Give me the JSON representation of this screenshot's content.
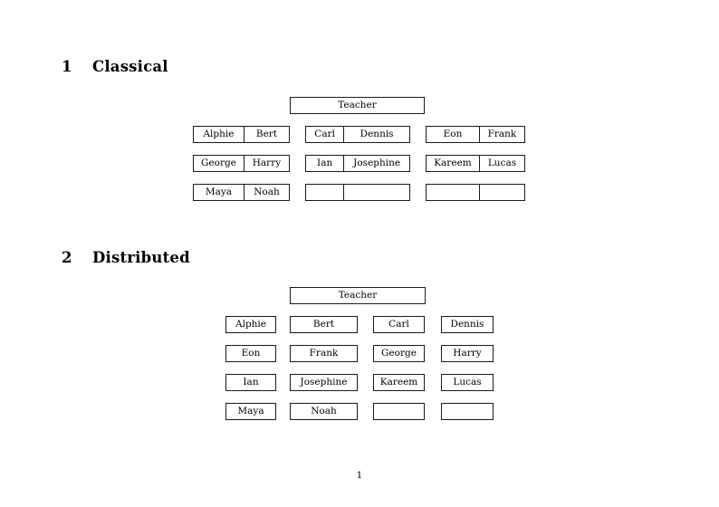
{
  "document": {
    "page_number": "1"
  },
  "sections": [
    {
      "number": "1",
      "title": "Classical",
      "root": {
        "label": "Teacher"
      },
      "layout": "paired-groups",
      "groups": [
        {
          "name": "group-left",
          "rows": [
            {
              "cells": [
                "Alphie",
                "Bert"
              ]
            },
            {
              "cells": [
                "George",
                "Harry"
              ]
            },
            {
              "cells": [
                "Maya",
                "Noah"
              ]
            }
          ]
        },
        {
          "name": "group-middle",
          "rows": [
            {
              "cells": [
                "Carl",
                "Dennis"
              ]
            },
            {
              "cells": [
                "Ian",
                "Josephine"
              ]
            },
            {
              "cells": [
                "",
                ""
              ]
            }
          ]
        },
        {
          "name": "group-right",
          "rows": [
            {
              "cells": [
                "Eon",
                "Frank"
              ]
            },
            {
              "cells": [
                "Kareem",
                "Lucas"
              ]
            },
            {
              "cells": [
                "",
                ""
              ]
            }
          ]
        }
      ]
    },
    {
      "number": "2",
      "title": "Distributed",
      "root": {
        "label": "Teacher"
      },
      "layout": "single-boxes-grid",
      "rows": [
        {
          "cells": [
            "Alphie",
            "Bert",
            "Carl",
            "Dennis"
          ]
        },
        {
          "cells": [
            "Eon",
            "Frank",
            "George",
            "Harry"
          ]
        },
        {
          "cells": [
            "Ian",
            "Josephine",
            "Kareem",
            "Lucas"
          ]
        },
        {
          "cells": [
            "Maya",
            "Noah",
            "",
            ""
          ]
        }
      ]
    }
  ],
  "colors": {
    "page_background": "#ffffff",
    "text": "#000000",
    "box_border": "#1a1a1a"
  }
}
